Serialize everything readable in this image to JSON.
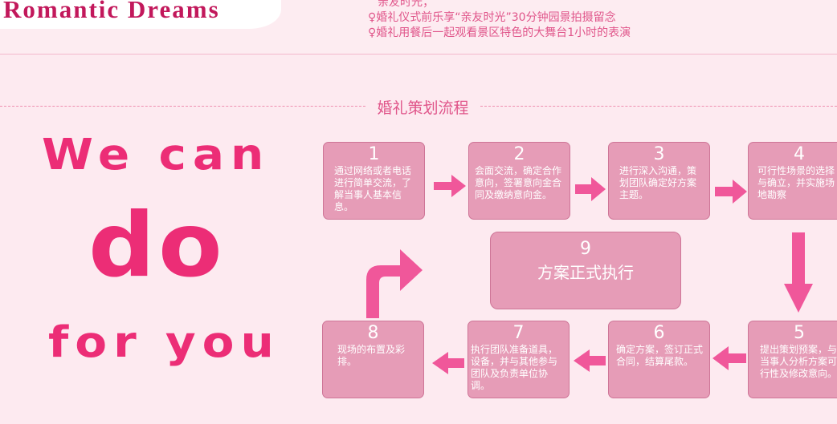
{
  "header": {
    "logo_text": "Romantic Dreams",
    "notes": [
      "亲友时光；",
      "♀婚礼仪式前乐享“亲友时光”30分钟园景拍摄留念",
      "♀婚礼用餐后一起观看景区特色的大舞台1小时的表演"
    ]
  },
  "section": {
    "title": "婚礼策划流程"
  },
  "slogan": {
    "line1": "We can",
    "line2": "do",
    "line3": "for you"
  },
  "steps": [
    {
      "num": "1",
      "text": "通过网络或者电话进行简单交流，了解当事人基本信息。"
    },
    {
      "num": "2",
      "text": "会面交流，确定合作意向，签署意向金合同及缴纳意向金。"
    },
    {
      "num": "3",
      "text": "进行深入沟通，策划团队确定好方案主题。"
    },
    {
      "num": "4",
      "text": "可行性场景的选择与确立，并实施场地勘察"
    },
    {
      "num": "5",
      "text": "提出策划预案，与当事人分析方案可行性及修改意向。"
    },
    {
      "num": "6",
      "text": "确定方案，签订正式合同，结算尾款。"
    },
    {
      "num": "7",
      "text": "执行团队准备道具，设备，并与其他参与团队及负责单位协调。"
    },
    {
      "num": "8",
      "text": "现场的布置及彩排。"
    },
    {
      "num": "9",
      "text": "方案正式执行"
    }
  ],
  "colors": {
    "background": "#fdeaf0",
    "step_box": "#e69cb7",
    "arrow": "#f0579a",
    "slogan": "#ec2d76",
    "accent_text": "#e0558a",
    "logo": "#c2185b"
  },
  "icons": {
    "flow_arrow": "arrow-icon",
    "turn_arrow": "turn-up-right-arrow-icon"
  }
}
